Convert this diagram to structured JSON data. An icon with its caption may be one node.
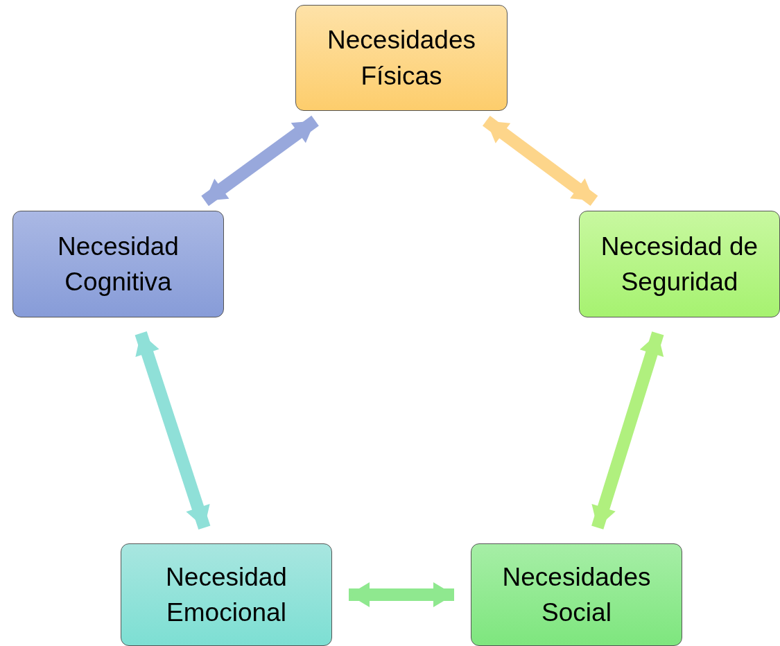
{
  "diagram": {
    "nodes": [
      {
        "text": [
          "Necesidades Físicas"
        ]
      },
      {
        "text": [
          "Necesidad de Seguridad"
        ]
      },
      {
        "text": [
          "Necesidades Social"
        ]
      },
      {
        "text": [
          "Necesidad Emocional"
        ]
      },
      {
        "text": [
          "Necesidad Cognitiva"
        ]
      }
    ],
    "edges": [
      {
        "from": 0,
        "to": 1,
        "arrow": "both",
        "color": "#fdd58a"
      },
      {
        "from": 1,
        "to": 2,
        "arrow": "both",
        "color": "#b0f07e"
      },
      {
        "from": 2,
        "to": 3,
        "arrow": "both",
        "color": "#8fe88f"
      },
      {
        "from": 3,
        "to": 4,
        "arrow": "both",
        "color": "#8fe0d8"
      },
      {
        "from": 4,
        "to": 0,
        "arrow": "both",
        "color": "#98a8dc"
      }
    ]
  }
}
